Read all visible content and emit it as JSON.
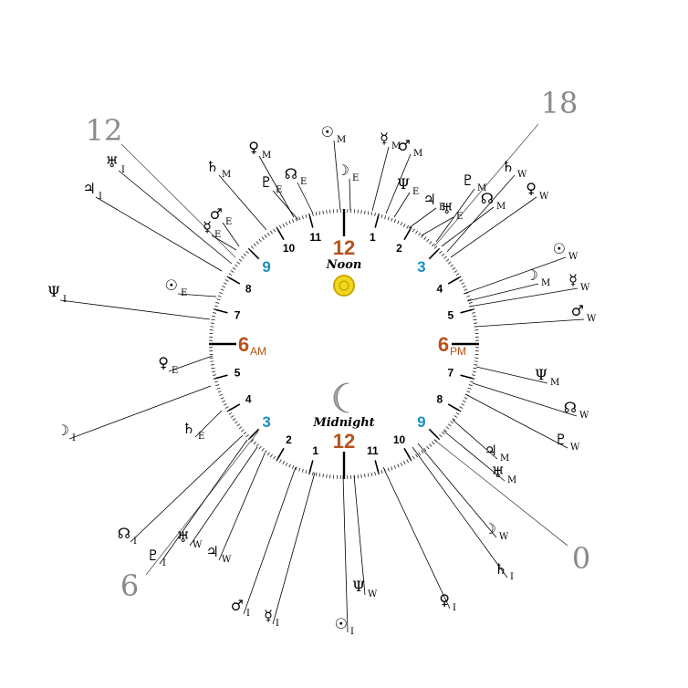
{
  "colors": {
    "line": "#000000",
    "corner_label": "#8a8a8a",
    "big_hour": "#b5521b",
    "mid_hour": "#1a8fc1",
    "sun_fill": "#f2d81f",
    "sun_stroke": "#c9a900",
    "moon_fill": "#a9a9a9"
  },
  "corner_numbers": [
    "12",
    "18",
    "6",
    "0"
  ],
  "center_labels": {
    "noon_number": "12",
    "noon_label": "Noon",
    "midnight_label": "Midnight",
    "midnight_number": "12",
    "am_number": "6",
    "am_suffix": "AM",
    "pm_number": "6",
    "pm_suffix": "PM",
    "sun_icon": "sun-icon",
    "moon_icon": "crescent-moon-icon"
  },
  "hours": [
    {
      "label": "1",
      "color": "black"
    },
    {
      "label": "2",
      "color": "black"
    },
    {
      "label": "3",
      "color": "mid"
    },
    {
      "label": "4",
      "color": "black"
    },
    {
      "label": "5",
      "color": "black"
    },
    {
      "label": "7",
      "color": "black"
    },
    {
      "label": "8",
      "color": "black"
    },
    {
      "label": "9",
      "color": "mid"
    },
    {
      "label": "10",
      "color": "black"
    },
    {
      "label": "11",
      "color": "black"
    },
    {
      "label": "1",
      "color": "black"
    },
    {
      "label": "2",
      "color": "black"
    },
    {
      "label": "3",
      "color": "mid"
    },
    {
      "label": "4",
      "color": "black"
    },
    {
      "label": "5",
      "color": "black"
    },
    {
      "label": "7",
      "color": "black"
    },
    {
      "label": "8",
      "color": "black"
    },
    {
      "label": "9",
      "color": "mid"
    },
    {
      "label": "10",
      "color": "black"
    },
    {
      "label": "11",
      "color": "black"
    }
  ],
  "planets": [
    {
      "symbol": "☉",
      "subscript": "M",
      "name": "sun-m"
    },
    {
      "symbol": "☽",
      "subscript": "E",
      "name": "moon-e"
    },
    {
      "symbol": "☿",
      "subscript": "M",
      "name": "mercury-m"
    },
    {
      "symbol": "♂",
      "subscript": "M",
      "name": "mars-m"
    },
    {
      "symbol": "Ψ",
      "subscript": "E",
      "name": "neptune-e"
    },
    {
      "symbol": "♃",
      "subscript": "E",
      "name": "jupiter-e"
    },
    {
      "symbol": "♅",
      "subscript": "E",
      "name": "uranus-e"
    },
    {
      "symbol": "♇",
      "subscript": "M",
      "name": "pluto-m"
    },
    {
      "symbol": "☊",
      "subscript": "M",
      "name": "node-m"
    },
    {
      "symbol": "♄",
      "subscript": "W",
      "name": "saturn-w"
    },
    {
      "symbol": "♀",
      "subscript": "W",
      "name": "venus-w"
    },
    {
      "symbol": "☉",
      "subscript": "W",
      "name": "sun-w"
    },
    {
      "symbol": "☽",
      "subscript": "M",
      "name": "moon-m"
    },
    {
      "symbol": "☿",
      "subscript": "W",
      "name": "mercury-w"
    },
    {
      "symbol": "♂",
      "subscript": "W",
      "name": "mars-w"
    },
    {
      "symbol": "Ψ",
      "subscript": "M",
      "name": "neptune-m"
    },
    {
      "symbol": "☊",
      "subscript": "W",
      "name": "node-w"
    },
    {
      "symbol": "♇",
      "subscript": "W",
      "name": "pluto-w"
    },
    {
      "symbol": "♃",
      "subscript": "M",
      "name": "jupiter-m"
    },
    {
      "symbol": "♅",
      "subscript": "M",
      "name": "uranus-m"
    },
    {
      "symbol": "☽",
      "subscript": "W",
      "name": "moon-w"
    },
    {
      "symbol": "♄",
      "subscript": "I",
      "name": "saturn-i"
    },
    {
      "symbol": "♀",
      "subscript": "I",
      "name": "venus-i"
    },
    {
      "symbol": "Ψ",
      "subscript": "W",
      "name": "neptune-w"
    },
    {
      "symbol": "☉",
      "subscript": "I",
      "name": "sun-i"
    },
    {
      "symbol": "☿",
      "subscript": "I",
      "name": "mercury-i"
    },
    {
      "symbol": "♂",
      "subscript": "I",
      "name": "mars-i"
    },
    {
      "symbol": "♃",
      "subscript": "W",
      "name": "jupiter-w"
    },
    {
      "symbol": "♅",
      "subscript": "W",
      "name": "uranus-w"
    },
    {
      "symbol": "♇",
      "subscript": "I",
      "name": "pluto-i"
    },
    {
      "symbol": "☊",
      "subscript": "I",
      "name": "node-i"
    },
    {
      "symbol": "☽",
      "subscript": "I",
      "name": "moon-i"
    },
    {
      "symbol": "♄",
      "subscript": "E",
      "name": "saturn-e"
    },
    {
      "symbol": "♀",
      "subscript": "E",
      "name": "venus-e"
    },
    {
      "symbol": "Ψ",
      "subscript": "I",
      "name": "neptune-i"
    },
    {
      "symbol": "☉",
      "subscript": "E",
      "name": "sun-e"
    },
    {
      "symbol": "♃",
      "subscript": "I",
      "name": "jupiter-i"
    },
    {
      "symbol": "♅",
      "subscript": "I",
      "name": "uranus-i"
    },
    {
      "symbol": "♀",
      "subscript": "M",
      "name": "venus-m"
    },
    {
      "symbol": "♇",
      "subscript": "E",
      "name": "pluto-e"
    },
    {
      "symbol": "☊",
      "subscript": "E",
      "name": "node-e"
    },
    {
      "symbol": "♄",
      "subscript": "M",
      "name": "saturn-m"
    },
    {
      "symbol": "♂",
      "subscript": "E",
      "name": "mars-e"
    },
    {
      "symbol": "☿",
      "subscript": "E",
      "name": "mercury-e"
    }
  ]
}
